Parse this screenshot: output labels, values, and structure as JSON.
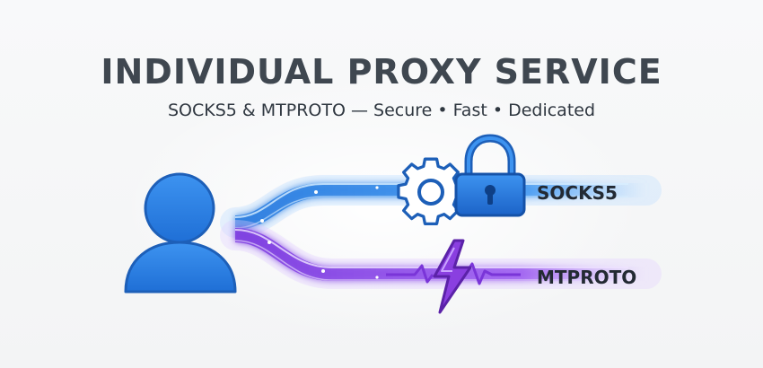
{
  "header": {
    "title": "INDIVIDUAL PROXY SERVICE",
    "subtitle": "SOCKS5 & MTPROTO — Secure • Fast • Dedicated"
  },
  "protocols": {
    "socks5": {
      "label": "SOCKS5",
      "color": "#2f7fe0",
      "icons": [
        "gear-icon",
        "padlock-icon"
      ]
    },
    "mtproto": {
      "label": "MTPROTO",
      "color": "#8a3fe0",
      "icons": [
        "lightning-bolt-icon"
      ]
    }
  },
  "colors": {
    "user_blue": "#2d83e8",
    "user_outline": "#1d5fb8",
    "text_dark": "#3f4750"
  },
  "icons": {
    "user": "user-icon",
    "gear": "gear-icon",
    "padlock": "padlock-icon",
    "lightning": "lightning-bolt-icon"
  }
}
